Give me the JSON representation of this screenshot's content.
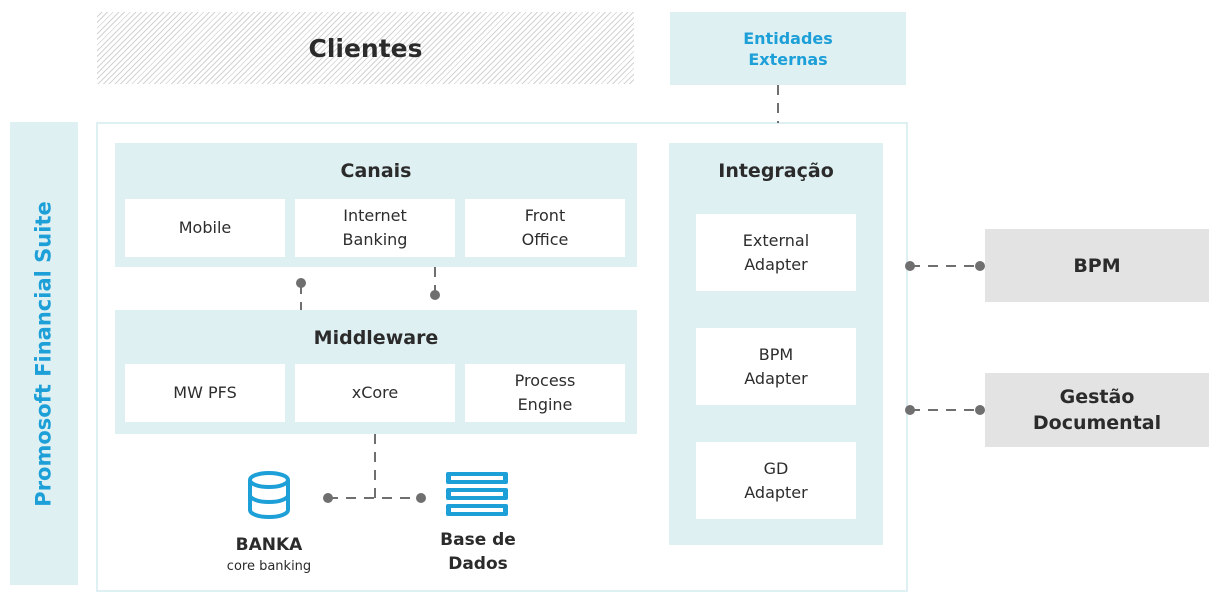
{
  "clients": {
    "label": "Clientes"
  },
  "external": {
    "label": "Entidades\nExternas"
  },
  "suite": {
    "title": "Promosoft Financial Suite"
  },
  "canais": {
    "title": "Canais",
    "items": [
      "Mobile",
      "Internet\nBanking",
      "Front\nOffice"
    ]
  },
  "middleware": {
    "title": "Middleware",
    "items": [
      "MW PFS",
      "xCore",
      "Process\nEngine"
    ]
  },
  "integracao": {
    "title": "Integração",
    "items": [
      "External\nAdapter",
      "BPM\nAdapter",
      "GD\nAdapter"
    ]
  },
  "bpm": {
    "label": "BPM"
  },
  "gestao": {
    "label": "Gestão\nDocumental"
  },
  "banka": {
    "name": "BANKA",
    "subtitle": "core banking",
    "icon": "database-icon"
  },
  "base_dados": {
    "label": "Base de\nDados",
    "icon": "server-stack-icon"
  },
  "colors": {
    "accent": "#1d9fd8",
    "panel": "#dff0f3",
    "gray": "#e3e3e3",
    "connector": "#6f6f6f"
  }
}
